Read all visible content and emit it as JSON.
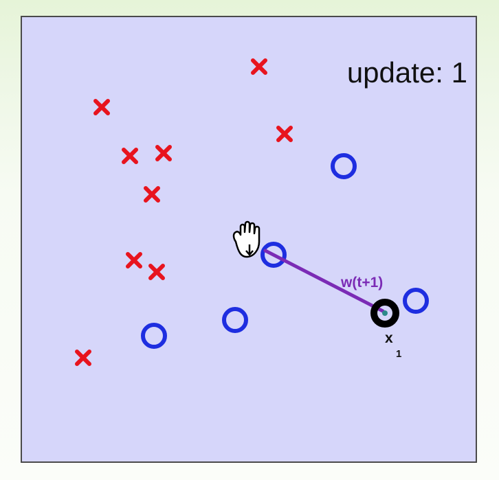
{
  "update": {
    "text": "update: 1"
  },
  "weight_vector": {
    "label": "w(t+1)",
    "color": "#7b2bb5"
  },
  "highlighted_point": {
    "label": "x",
    "subscript": "1",
    "color": "#000000"
  },
  "colors": {
    "background": "#d6d6fa",
    "cross": "#e8141e",
    "circle": "#1e2ee0"
  },
  "icons": {
    "cursor": "grab-hand-icon"
  }
}
